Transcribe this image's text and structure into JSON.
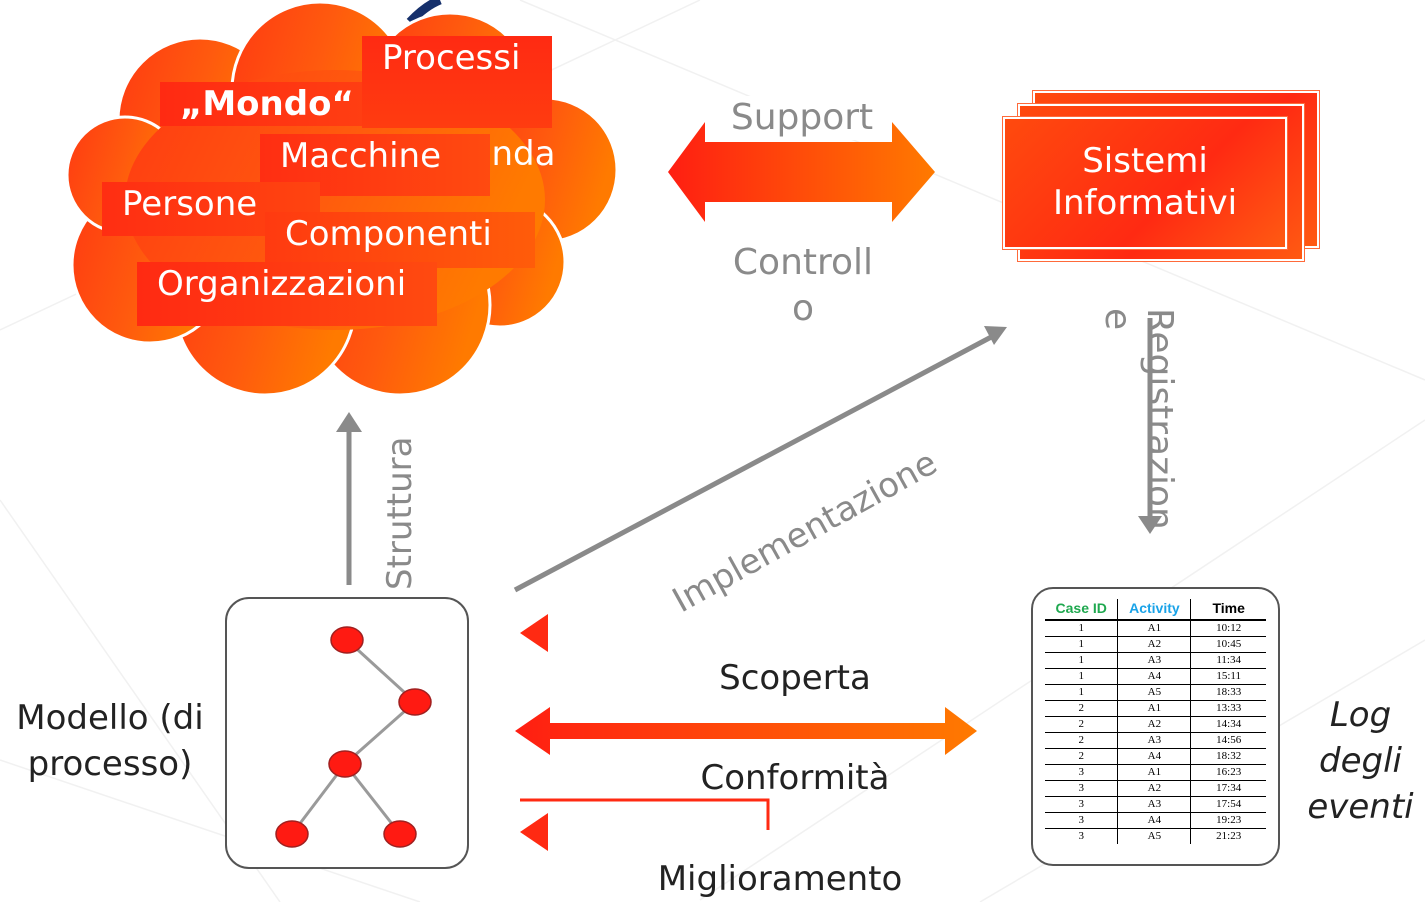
{
  "world": {
    "title": "„Mondo“",
    "processi": "Processi",
    "azienda": "Azienda",
    "macchine": "Macchine",
    "persone": "Persone",
    "componenti": "Componenti",
    "organizzazioni": "Organizzazioni"
  },
  "systems": {
    "line1": "Sistemi",
    "line2": "Informativi"
  },
  "labels": {
    "support": "Support",
    "controllo": "Controllo",
    "registrazione": "Registrazione",
    "implementazione": "Implementazione",
    "struttura": "Struttura",
    "scoperta": "Scoperta",
    "conformita": "Conformità",
    "miglioramento": "Miglioramento",
    "modello": "Modello (di processo)",
    "log": "Log degli eventi"
  },
  "event_log": {
    "headers": {
      "case_id": "Case ID",
      "activity": "Activity",
      "time": "Time"
    },
    "rows": [
      [
        "1",
        "A1",
        "10:12"
      ],
      [
        "1",
        "A2",
        "10:45"
      ],
      [
        "1",
        "A3",
        "11:34"
      ],
      [
        "1",
        "A4",
        "15:11"
      ],
      [
        "1",
        "A5",
        "18:33"
      ],
      [
        "2",
        "A1",
        "13:33"
      ],
      [
        "2",
        "A2",
        "14:34"
      ],
      [
        "2",
        "A3",
        "14:56"
      ],
      [
        "2",
        "A4",
        "18:32"
      ],
      [
        "3",
        "A1",
        "16:23"
      ],
      [
        "3",
        "A2",
        "17:34"
      ],
      [
        "3",
        "A3",
        "17:54"
      ],
      [
        "3",
        "A4",
        "19:23"
      ],
      [
        "3",
        "A5",
        "21:23"
      ]
    ]
  },
  "colors": {
    "orange": "#ff6a00",
    "red": "#ff2a12",
    "gray": "#8a8a8a",
    "case_id_color": "#1fa84f",
    "activity_color": "#1aa3e8"
  }
}
